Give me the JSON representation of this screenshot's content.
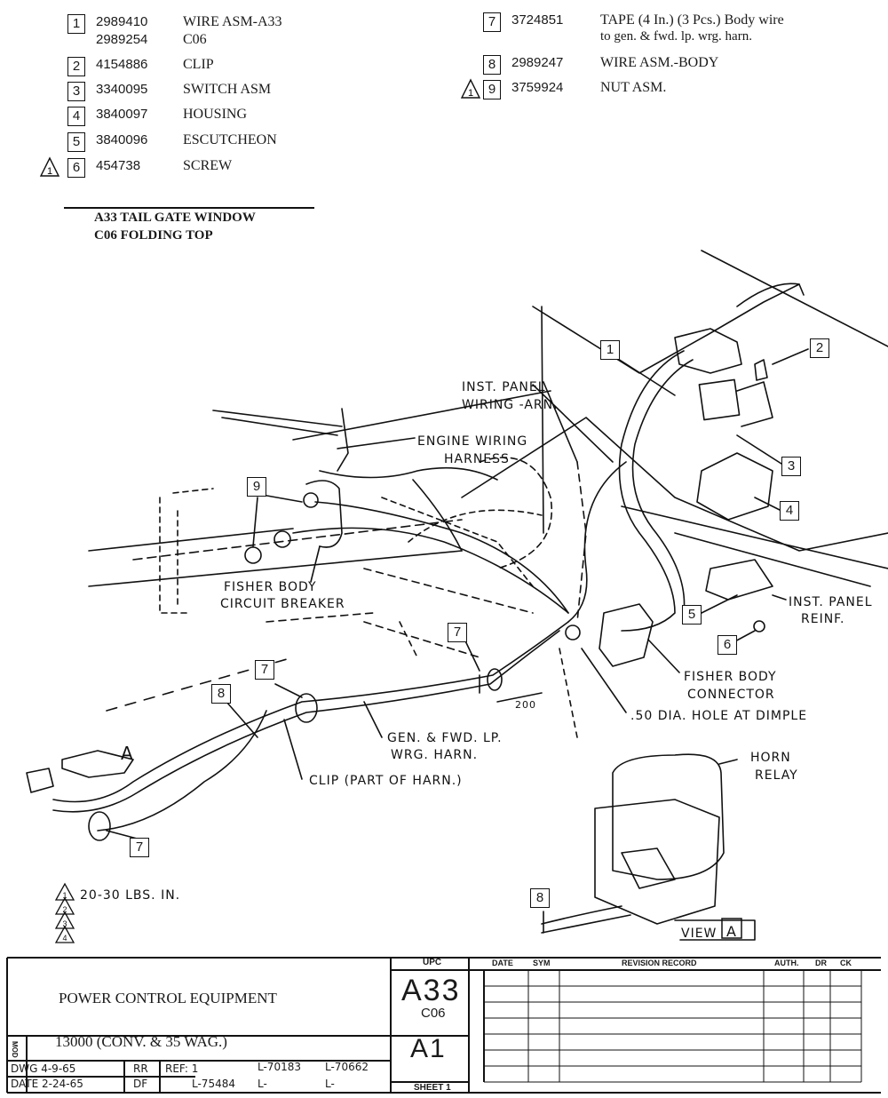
{
  "parts_left": [
    {
      "item": "1",
      "numbers": [
        "2989410",
        "2989254"
      ],
      "descriptions": [
        "WIRE ASM-A33",
        "C06"
      ],
      "flag": ""
    },
    {
      "item": "2",
      "numbers": [
        "4154886"
      ],
      "descriptions": [
        "CLIP"
      ],
      "flag": ""
    },
    {
      "item": "3",
      "numbers": [
        "3340095"
      ],
      "descriptions": [
        "SWITCH ASM"
      ],
      "flag": ""
    },
    {
      "item": "4",
      "numbers": [
        "3840097"
      ],
      "descriptions": [
        "HOUSING"
      ],
      "flag": ""
    },
    {
      "item": "5",
      "numbers": [
        "3840096"
      ],
      "descriptions": [
        "ESCUTCHEON"
      ],
      "flag": ""
    },
    {
      "item": "6",
      "numbers": [
        "454738"
      ],
      "descriptions": [
        "SCREW"
      ],
      "flag": "1"
    }
  ],
  "parts_right": [
    {
      "item": "7",
      "numbers": [
        "3724851"
      ],
      "descriptions": [
        "TAPE (4 In.) (3 Pcs.) Body wire",
        "to gen. & fwd. lp. wrg. harn."
      ],
      "flag": ""
    },
    {
      "item": "8",
      "numbers": [
        "2989247"
      ],
      "descriptions": [
        "WIRE ASM.-BODY"
      ],
      "flag": ""
    },
    {
      "item": "9",
      "numbers": [
        "3759924"
      ],
      "descriptions": [
        "NUT ASM."
      ],
      "flag": "1"
    }
  ],
  "notes": [
    "A33 TAIL GATE WINDOW",
    "C06 FOLDING TOP"
  ],
  "labels": {
    "inst_panel_wiring": [
      "INST. PANEL",
      "WIRING -ARN."
    ],
    "engine_wiring": [
      "ENGINE WIRING",
      "HARNESS"
    ],
    "circuit_breaker": [
      "FISHER BODY",
      "CIRCUIT BREAKER"
    ],
    "inst_panel_reinf": [
      "INST. PANEL",
      "REINF."
    ],
    "fisher_connector": [
      "FISHER BODY",
      "CONNECTOR"
    ],
    "hole": ".50 DIA. HOLE AT DIMPLE",
    "gen_harn": [
      "GEN. & FWD. LP.",
      "WRG. HARN."
    ],
    "clip_part": "CLIP (PART OF HARN.)",
    "horn_relay": [
      "HORN",
      "RELAY"
    ],
    "view": "VIEW",
    "view_letter": "A",
    "view_a": "A",
    "dim_200": "200",
    "torque": "20-30 LBS. IN.",
    "torque_flags": [
      "1",
      "2",
      "3",
      "4"
    ]
  },
  "callouts": [
    "1",
    "2",
    "3",
    "4",
    "5",
    "6",
    "7",
    "7",
    "7",
    "8",
    "8",
    "9"
  ],
  "title_block": {
    "header": {
      "upc": "UPC",
      "date": "DATE",
      "sym": "SYM",
      "revision": "REVISION RECORD",
      "auth": "AUTH.",
      "dr": "DR",
      "ck": "CK"
    },
    "title": "POWER CONTROL EQUIPMENT",
    "mod_label": "MOD",
    "model": "13000 (CONV. & 35 WAG.)",
    "dwg": "DWG 4-9-65",
    "date": "DATE 2-24-65",
    "ref": "REF: 1",
    "refs": [
      "L-70183",
      "L-70662",
      "L-75484",
      "L-",
      "L-"
    ],
    "initials": [
      "RR",
      "DF"
    ],
    "upc_code": "A33",
    "upc_sub": "C06",
    "sheet_code": "A1",
    "sheet": "SHEET 1"
  }
}
